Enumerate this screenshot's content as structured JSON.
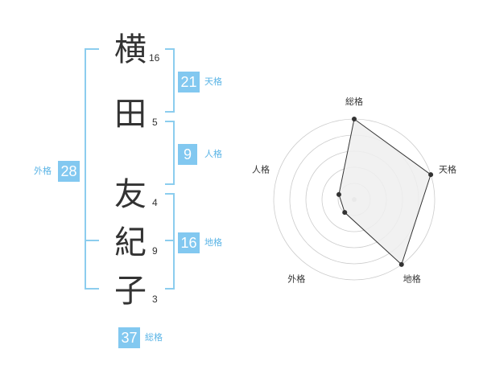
{
  "name_chars": [
    {
      "char": "横",
      "strokes": "16"
    },
    {
      "char": "田",
      "strokes": "5"
    },
    {
      "char": "友",
      "strokes": "4"
    },
    {
      "char": "紀",
      "strokes": "9"
    },
    {
      "char": "子",
      "strokes": "3"
    }
  ],
  "fortune": {
    "tenkaku": {
      "value": "21",
      "label": "天格"
    },
    "jinkaku": {
      "value": "9",
      "label": "人格"
    },
    "chikaku": {
      "value": "16",
      "label": "地格"
    },
    "gaikaku": {
      "value": "28",
      "label": "外格"
    },
    "soukaku": {
      "value": "37",
      "label": "総格"
    }
  },
  "colors": {
    "accent": "#82c8f0",
    "bracket": "#8ccdee",
    "radar_fill": "#eeeeee",
    "ring": "#cccccc"
  },
  "chart_data": {
    "type": "radar",
    "axes": [
      "総格",
      "天格",
      "地格",
      "外格",
      "人格"
    ],
    "values": [
      5,
      5,
      5,
      1,
      1
    ],
    "max": 5,
    "rings": 5
  }
}
